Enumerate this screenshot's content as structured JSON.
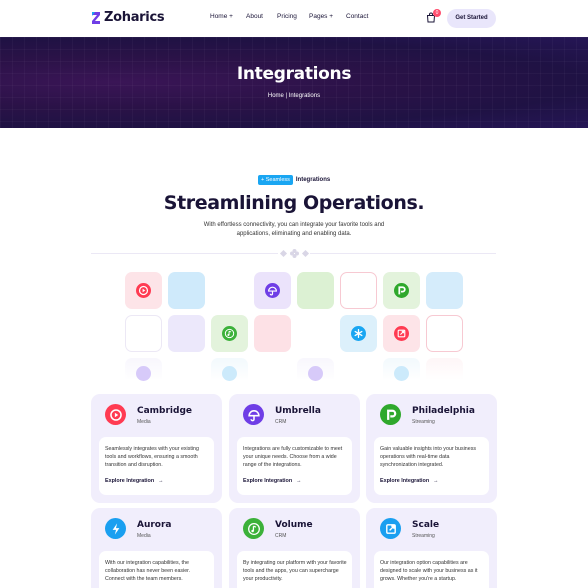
{
  "brand": {
    "name": "Zoharics"
  },
  "nav": {
    "items": [
      "Home +",
      "About",
      "Pricing",
      "Pages +",
      "Contact"
    ]
  },
  "cart": {
    "count": "0"
  },
  "header": {
    "cta": "Get Started"
  },
  "hero": {
    "title": "Integrations",
    "breadcrumb": "Home | Integrations"
  },
  "intro": {
    "pill": "+ Seamless",
    "eyebrow": "Integrations",
    "title": "Streamlining Operations.",
    "description": "With effortless connectivity, you can integrate your favorite tools and applications, eliminating and enabling data."
  },
  "cards": [
    {
      "title": "Cambridge",
      "category": "Media",
      "text": "Seamlessly integrates with your existing tools and workflows, ensuring a smooth transition and disruption.",
      "link": "Explore Integration",
      "icon": "play-icon",
      "color": "#ff3b52"
    },
    {
      "title": "Umbrella",
      "category": "CRM",
      "text": "Integrations are fully customizable to meet your unique needs. Choose from a wide range of the integrations.",
      "link": "Explore Integration",
      "icon": "umbrella-icon",
      "color": "#6f3ee6"
    },
    {
      "title": "Philadelphia",
      "category": "Streaming",
      "text": "Gain valuable insights into your business operations with real-time data synchronization integrated.",
      "link": "Explore Integration",
      "icon": "p-logo-icon",
      "color": "#2fa82c"
    },
    {
      "title": "Aurora",
      "category": "Media",
      "text": "With our integration capabilities, the collaboration has never been easier. Connect with the team members.",
      "link": "Explore Integration",
      "icon": "bolt-icon",
      "color": "#1a9ff0"
    },
    {
      "title": "Volume",
      "category": "CRM",
      "text": "By integrating our platform with your favorite tools and the apps, you can supercharge your productivity.",
      "link": "Explore Integration",
      "icon": "music-icon",
      "color": "#3cb13a"
    },
    {
      "title": "Scale",
      "category": "Streaming",
      "text": "Our integration option capabilities are designed to scale with your business as it grows. Whether you're a startup.",
      "link": "Explore Integration",
      "icon": "scale-icon",
      "color": "#1a9ff0"
    }
  ],
  "tiles": [
    {
      "icon": "play-icon",
      "bg": "#fde4e8",
      "fg": "#ff3b52"
    },
    {
      "icon": "",
      "bg": "#cfeafb",
      "fg": ""
    },
    {
      "icon": "umbrella-icon",
      "bg": "#ebe3fb",
      "fg": "#6f3ee6"
    },
    {
      "icon": "",
      "bg": "#dcf1d3",
      "fg": ""
    },
    {
      "icon": "",
      "bg": "#ffffff",
      "fg": ""
    },
    {
      "icon": "p-logo-icon",
      "bg": "#e3f3dc",
      "fg": "#2fa82c"
    },
    {
      "icon": "",
      "bg": "#d5ecfb",
      "fg": ""
    },
    {
      "icon": "",
      "bg": "#ffffff",
      "fg": ""
    },
    {
      "icon": "",
      "bg": "#ece8fb",
      "fg": ""
    },
    {
      "icon": "music-icon",
      "bg": "#e3f3dc",
      "fg": "#3cb13a"
    },
    {
      "icon": "",
      "bg": "#fde1e6",
      "fg": ""
    },
    {
      "icon": "asterisk-icon",
      "bg": "#dcf0fb",
      "fg": "#1aa6f2"
    },
    {
      "icon": "scale-icon",
      "bg": "#fde4e8",
      "fg": "#ff3b52"
    },
    {
      "icon": "",
      "bg": "#ffffff",
      "fg": ""
    }
  ]
}
